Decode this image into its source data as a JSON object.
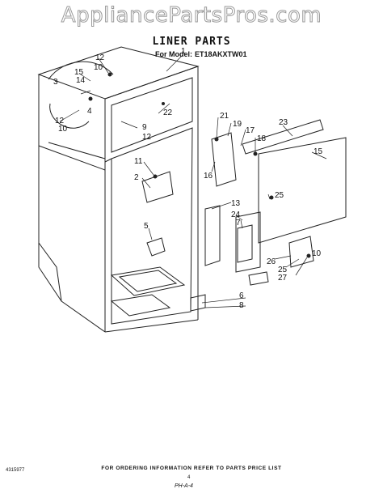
{
  "watermark": "AppliancePartsPros.com",
  "title": "LINER PARTS",
  "model": {
    "prefix": "For Model:",
    "number": "ET18AKXTW01"
  },
  "callouts": [
    "1",
    "12",
    "10",
    "15",
    "14",
    "3",
    "4",
    "12",
    "10",
    "9",
    "12",
    "22",
    "11",
    "2",
    "5",
    "21",
    "19",
    "17",
    "18",
    "16",
    "23",
    "15",
    "25",
    "13",
    "24",
    "7",
    "26",
    "25",
    "27",
    "10",
    "6",
    "8"
  ],
  "footer": {
    "ordering_note": "FOR ORDERING INFORMATION REFER TO PARTS PRICE LIST",
    "document_number": "4315977",
    "page_number": "4",
    "signature": "PH-A-4"
  }
}
